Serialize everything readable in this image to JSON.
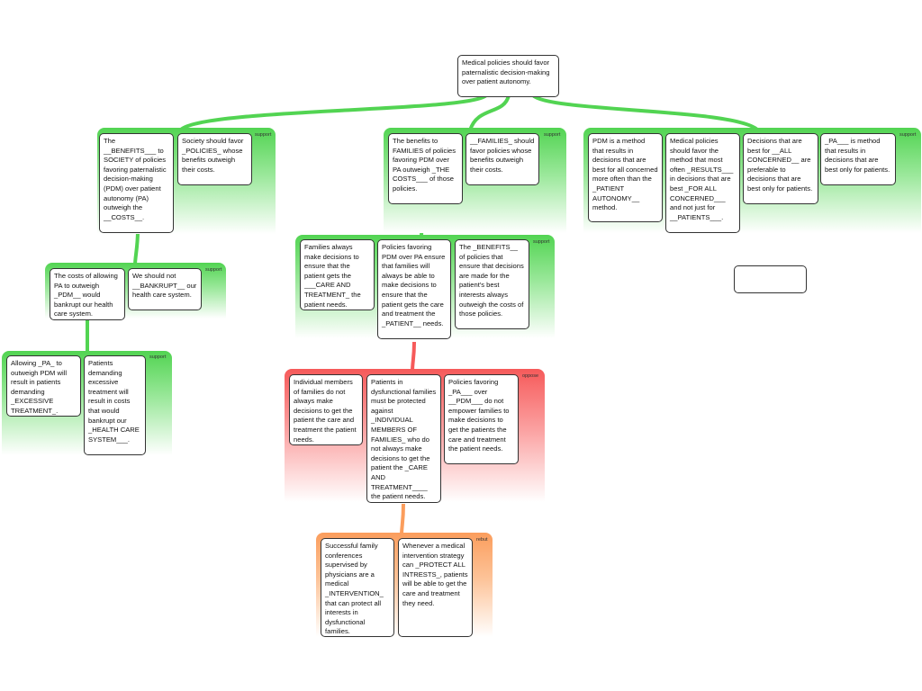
{
  "root": "Medical policies should favor paternalistic decision-making over patient autonomy.",
  "groups": {
    "a": {
      "label": "support",
      "items": [
        "The __BENEFITS___ to SOCIETY of policies favoring paternalistic decision-making (PDM) over patient autonomy (PA) outweigh the __COSTS__.",
        "Society should favor _POLICIES_ whose benefits outweigh their costs."
      ]
    },
    "b": {
      "label": "support",
      "items": [
        "The costs of allowing PA to outweigh _PDM__ would bankrupt our health care system.",
        "We should not __BANKRUPT__ our health care system."
      ]
    },
    "c": {
      "label": "support",
      "items": [
        "Allowing _PA_ to outweigh PDM will result in patients demanding _EXCESSIVE TREATMENT_.",
        "Patients demanding excessive treatment will result in costs that would bankrupt our _HEALTH CARE SYSTEM___."
      ]
    },
    "d": {
      "label": "support",
      "items": [
        "The benefits to FAMILIES of policies favoring PDM over PA outweigh _THE COSTS___ of those policies.",
        "__FAMILIES_ should favor policies whose benefits outweigh their costs."
      ]
    },
    "e": {
      "label": "support",
      "items": [
        "Families always make decisions to ensure that the patient gets the ___CARE AND TREATMENT_ the patient needs.",
        "Policies favoring PDM over PA ensure that families will always be able to make decisions to ensure that the patient gets the care and treatment the _PATIENT__ needs.",
        "The _BENEFITS__ of policies that ensure that decisions are made for the patient's best interests always outweigh the costs of those policies."
      ]
    },
    "f": {
      "label": "support",
      "items": [
        "PDM is a method that results in decisions that are best for all concerned more often than the _PATIENT AUTONOMY__ method.",
        "Medical policies should favor the method that most often _RESULTS___ in decisions that are best _FOR ALL CONCERNED___ and not just for __PATIENTS___.",
        "Decisions that are best for __ALL CONCERNED__ are preferable to decisions that are best only for patients.",
        "_PA___ is method that results in decisions that are best only for patients."
      ]
    },
    "r": {
      "label": "oppose",
      "items": [
        "Individual members of families do not always make decisions to get the patient the care and treatment the patient needs.",
        "Patients in dysfunctional families must be protected against _INDIVIDUAL MEMBERS OF FAMILIES_ who do not always make decisions to get the patient the _CARE AND TREATMENT____ the patient needs.",
        "Policies favoring _PA___ over __PDM___ do not empower families to make decisions to get the patients the care and treatment the patient needs."
      ]
    },
    "o": {
      "label": "rebut",
      "items": [
        "Successful family conferences supervised by physicians are a medical _INTERVENTION_ that can protect all interests in dysfunctional families.",
        "Whenever a medical intervention strategy can _PROTECT ALL INTRESTS_, patients will be able to get the care and treatment they need."
      ]
    }
  },
  "colors": {
    "support": "#52d452",
    "oppose": "#f65a5a",
    "rebut": "#fb9d5c"
  }
}
